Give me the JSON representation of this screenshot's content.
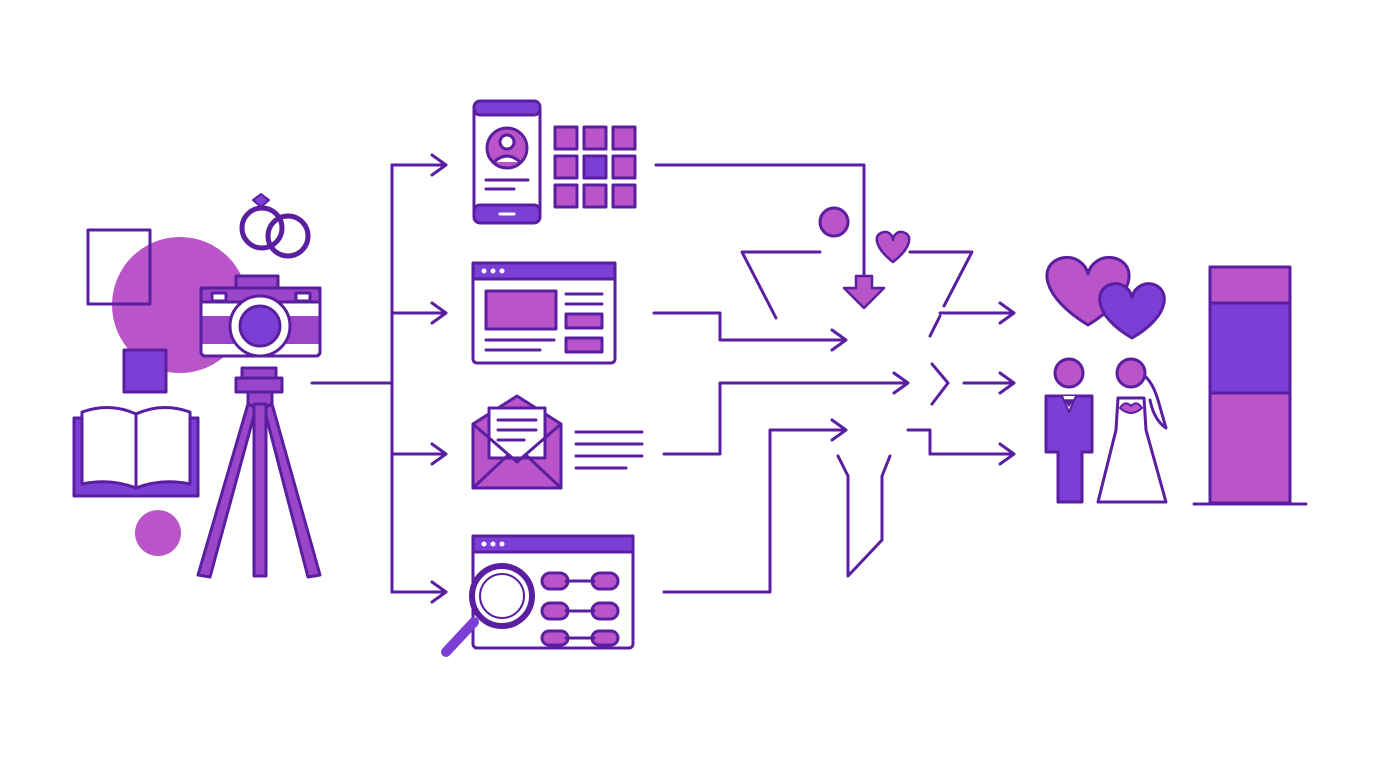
{
  "colors": {
    "outline": "#5a1fa0",
    "purple_deep": "#7b3fd6",
    "purple_mid": "#9b46c8",
    "magenta": "#b955c8",
    "magenta_light": "#c35fd0",
    "background": "#ffffff"
  },
  "diagram": {
    "source": {
      "icons": [
        "camera-icon",
        "tripod-icon",
        "wedding-rings-icon",
        "open-book-icon",
        "photo-frame-icon"
      ]
    },
    "channels": [
      {
        "id": "social",
        "icons": [
          "smartphone-profile-icon",
          "photo-grid-icon"
        ]
      },
      {
        "id": "website",
        "icons": [
          "browser-window-icon"
        ]
      },
      {
        "id": "email",
        "icons": [
          "envelope-letter-icon",
          "text-lines-icon"
        ]
      },
      {
        "id": "seo",
        "icons": [
          "magnifier-icon",
          "link-chain-icon"
        ]
      }
    ],
    "funnel": {
      "icons": [
        "funnel-icon",
        "down-arrow-icon",
        "heart-icon",
        "person-dot-icon",
        "chevron-icon"
      ]
    },
    "outcome": {
      "icons": [
        "hearts-icon",
        "bride-groom-icon",
        "stacked-bar-icon"
      ],
      "bar_segments": 3
    }
  }
}
